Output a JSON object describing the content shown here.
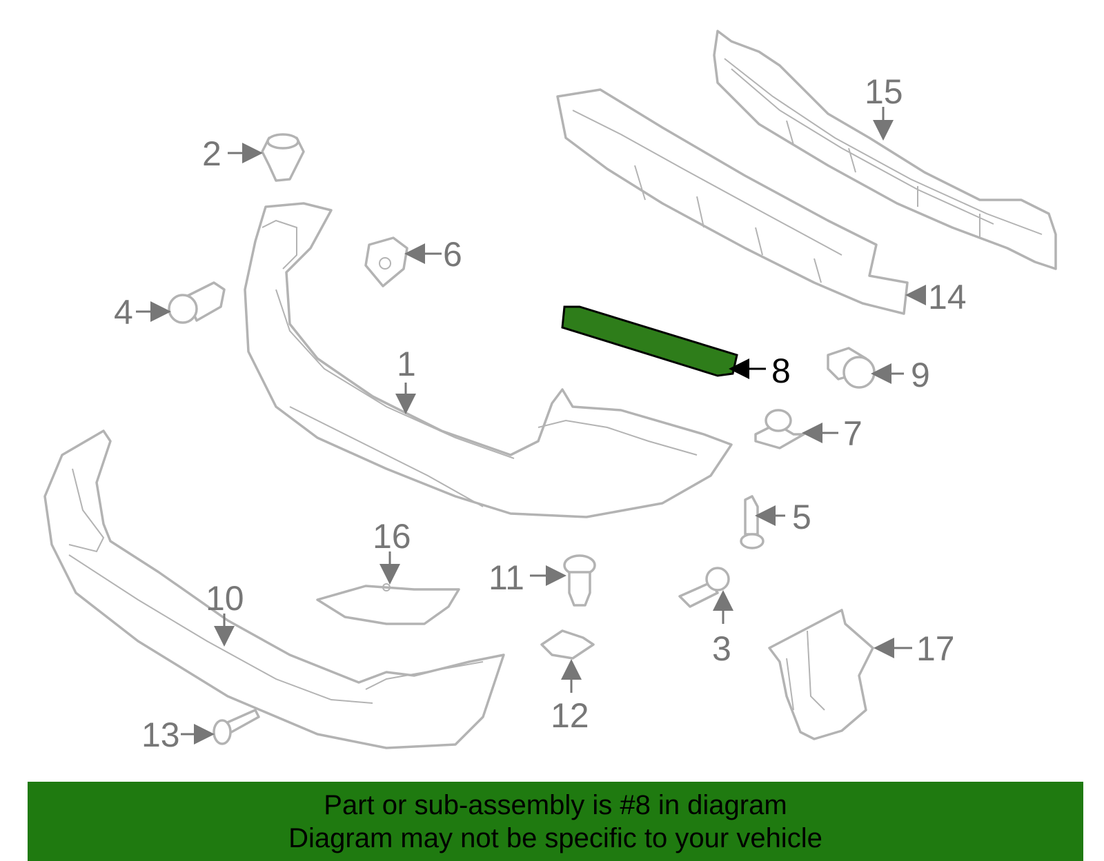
{
  "diagram": {
    "highlighted_part": "8",
    "highlight_color": "#2e7d1a",
    "part_color": "#b3b3b3",
    "callout_color": "#777777",
    "callouts": [
      "1",
      "2",
      "3",
      "4",
      "5",
      "6",
      "7",
      "8",
      "9",
      "10",
      "11",
      "12",
      "13",
      "14",
      "15",
      "16",
      "17"
    ]
  },
  "banner": {
    "background": "#1f7a10",
    "line1": "Part or sub-assembly is #8 in diagram",
    "line2": "Diagram may not be specific to your vehicle"
  }
}
